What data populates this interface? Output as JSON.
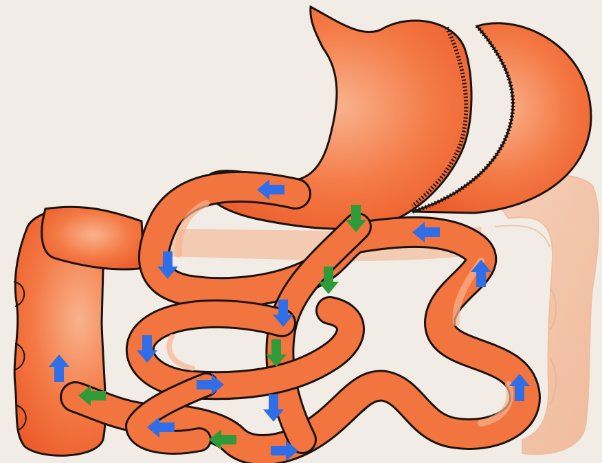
{
  "colors": {
    "paper": "#f1ede6",
    "organ_fill": "#f2743f",
    "organ_light": "#f7a47a",
    "organ_pale": "#f4c4a8",
    "outline": "#1b120e",
    "arrow_blue": "#2f6ee6",
    "arrow_green": "#2e9b3a"
  },
  "organs": [
    "stomach",
    "spleen",
    "transverse-colon",
    "ascending-colon",
    "descending-colon",
    "small-intestine"
  ],
  "arrow_legend": {
    "blue": "flow-arrow-blue",
    "green": "flow-arrow-green"
  }
}
